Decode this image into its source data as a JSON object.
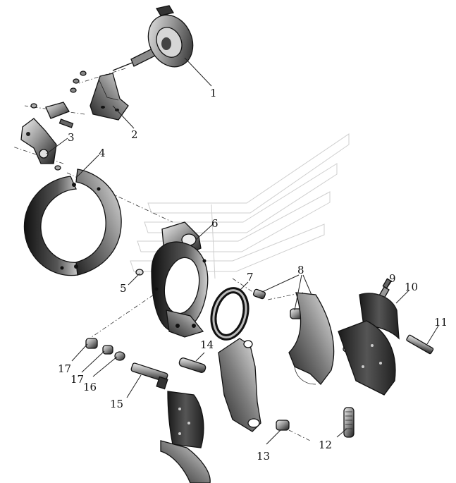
{
  "callouts": [
    {
      "id": "1",
      "label": "1"
    },
    {
      "id": "2",
      "label": "2"
    },
    {
      "id": "3",
      "label": "3"
    },
    {
      "id": "4",
      "label": "4"
    },
    {
      "id": "5",
      "label": "5"
    },
    {
      "id": "6",
      "label": "6"
    },
    {
      "id": "7",
      "label": "7"
    },
    {
      "id": "8",
      "label": "8"
    },
    {
      "id": "9",
      "label": "9"
    },
    {
      "id": "10",
      "label": "10"
    },
    {
      "id": "11",
      "label": "11"
    },
    {
      "id": "12",
      "label": "12"
    },
    {
      "id": "13",
      "label": "13"
    },
    {
      "id": "14",
      "label": "14"
    },
    {
      "id": "15",
      "label": "15"
    },
    {
      "id": "16",
      "label": "16"
    },
    {
      "id": "17a",
      "label": "17"
    },
    {
      "id": "17b",
      "label": "17"
    }
  ],
  "colors": {
    "ink": "#111111",
    "metal_dark": "#2a2a2a",
    "metal_mid": "#7a7a7a",
    "metal_light": "#d9d9d9",
    "watermark": "#cfcfcf"
  }
}
